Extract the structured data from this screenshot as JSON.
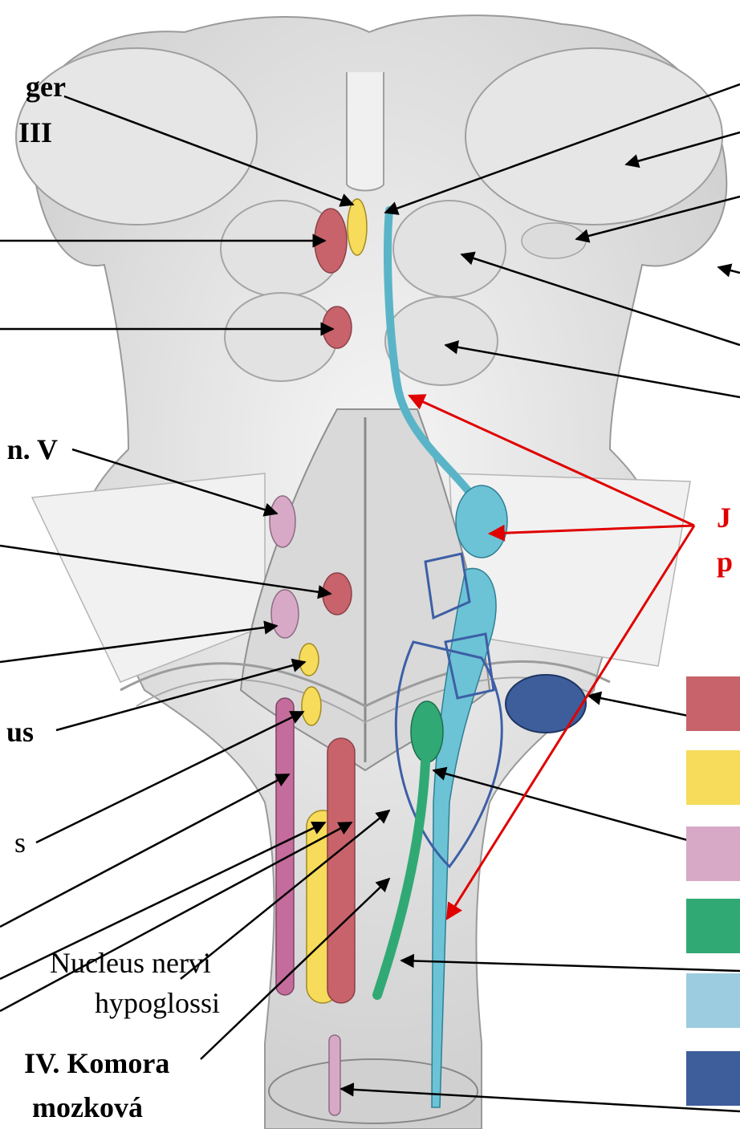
{
  "labels": {
    "ger_top": "ger",
    "ger_iii": "III",
    "n_v": "n. V",
    "us_frag": "us",
    "s_frag": "s",
    "j_frag": "J",
    "p_frag": "p",
    "nucleus_line1": "Nucleus nervi",
    "nucleus_line2": "hypoglossi",
    "iv_komora_line1": "IV. Komora",
    "iv_komora_line2": "mozková"
  },
  "legend": {
    "swatches": [
      {
        "name": "red",
        "color": "#c8636b"
      },
      {
        "name": "yellow",
        "color": "#f6dc5a"
      },
      {
        "name": "pink",
        "color": "#d7a9c6"
      },
      {
        "name": "green",
        "color": "#31a974"
      },
      {
        "name": "light-blue",
        "color": "#9cccdf"
      },
      {
        "name": "dark-blue",
        "color": "#3d5e9b"
      }
    ]
  },
  "colors": {
    "red_nucleus": "#c8636b",
    "yellow_nucleus": "#f6dc5a",
    "pink_nucleus": "#d7a9c6",
    "green_nucleus": "#31a974",
    "lightblue_tract": "#5ab4c8",
    "darkblue_nucleus": "#3d5e9b",
    "outline_blue": "#3d5fa6",
    "brainstem": "#e8e8e8",
    "pointer_red": "#e00000"
  }
}
